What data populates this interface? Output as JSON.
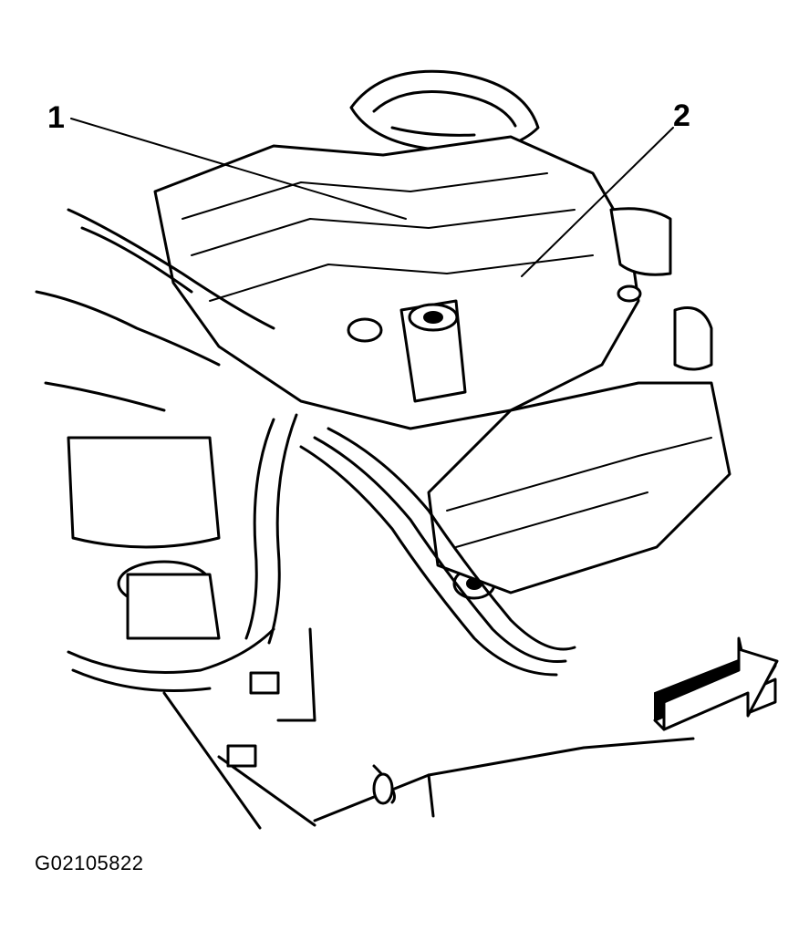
{
  "diagram": {
    "callouts": [
      {
        "number": "1"
      },
      {
        "number": "2"
      }
    ],
    "figure_id": "G02105822",
    "colors": {
      "line": "#000000",
      "background": "#ffffff"
    },
    "icons": {
      "front_arrow": "front-direction-arrow-icon"
    }
  }
}
